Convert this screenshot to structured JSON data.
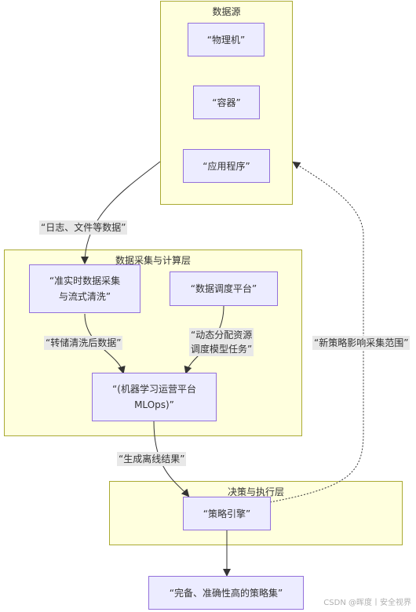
{
  "clusters": {
    "source": {
      "title": "数据源"
    },
    "collect": {
      "title": "数据采集与计算层"
    },
    "decision": {
      "title": "决策与执行层"
    }
  },
  "nodes": {
    "physical": "“物理机”",
    "container": "“容器”",
    "app": "“应用程序”",
    "realtime_line1": "“准实时数据采集",
    "realtime_line2": "与流式清洗”",
    "scheduler": "“数据调度平台”",
    "mlops_line1": "“(机器学习运营平台",
    "mlops_line2": "MLOps)”",
    "engine": "“策略引擎”",
    "strategy_set": "“完备、准确性高的策略集”"
  },
  "edges": {
    "logs": "“日志、文件等数据”",
    "cleaned": "“转储清洗后数据”",
    "alloc_line1": "“动态分配资源",
    "alloc_line2": "调度模型任务”",
    "offline": "“生成离线结果”",
    "feedback": "“新策略影响采集范围”"
  },
  "watermark": "CSDN @晖度丨安全视界"
}
